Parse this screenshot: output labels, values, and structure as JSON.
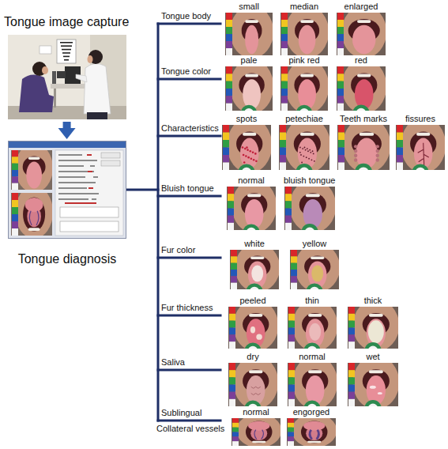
{
  "diagram": {
    "nodes": [
      {
        "text": [
          "Tongue image capture"
        ]
      },
      {
        "text": [
          "Tongue diagnosis"
        ]
      },
      {
        "text": [
          "small"
        ]
      },
      {
        "text": [
          "median"
        ]
      },
      {
        "text": [
          "enlarged"
        ]
      },
      {
        "text": [
          "pale"
        ]
      },
      {
        "text": [
          "pink red"
        ]
      },
      {
        "text": [
          "red"
        ]
      },
      {
        "text": [
          "spots"
        ]
      },
      {
        "text": [
          "petechiae"
        ]
      },
      {
        "text": [
          "Teeth marks"
        ]
      },
      {
        "text": [
          "fissures"
        ]
      },
      {
        "text": [
          "normal"
        ]
      },
      {
        "text": [
          "bluish tongue"
        ]
      },
      {
        "text": [
          "white"
        ]
      },
      {
        "text": [
          "yellow"
        ]
      },
      {
        "text": [
          "peeled"
        ]
      },
      {
        "text": [
          "thin"
        ]
      },
      {
        "text": [
          "thick"
        ]
      },
      {
        "text": [
          "dry"
        ]
      },
      {
        "text": [
          "normal"
        ]
      },
      {
        "text": [
          "wet"
        ]
      },
      {
        "text": [
          "normal"
        ]
      },
      {
        "text": [
          "engorged"
        ]
      }
    ],
    "edges": [
      {
        "from": 0,
        "to": 1,
        "arrow": "to"
      }
    ],
    "labels": [
      "Tongue body",
      "Tongue color",
      "Characteristics",
      "Bluish tongue",
      "Fur color",
      "Fur thickness",
      "Saliva",
      "Sublingual",
      "Collateral vessels"
    ]
  }
}
